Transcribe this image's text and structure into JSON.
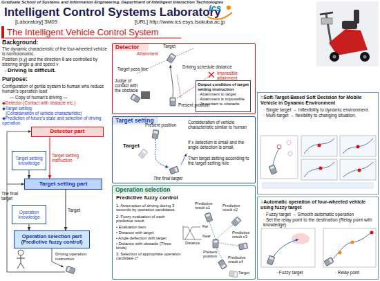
{
  "diagram": {
    "title": "Intelligent Control Systems Laboratory",
    "nodes": [
      {
        "text": [
          "Detector part"
        ]
      },
      {
        "text": [
          "Target setting knowledge"
        ]
      },
      {
        "text": [
          "Target setting part"
        ]
      },
      {
        "text": [
          "Operation knowledge"
        ]
      },
      {
        "text": [
          "Operation selection part (Predictive fuzzy control)"
        ]
      },
      {
        "text": [
          "Detector"
        ]
      },
      {
        "text": [
          "Output condition of target setting instruction",
          "· Attainment to target",
          "· Attainment is impossible",
          "· At contact to obstacle"
        ],
        "in": 5
      },
      {
        "text": [
          "Target setting"
        ]
      },
      {
        "text": [
          "Operation selection"
        ]
      },
      {
        "text": [
          "○Soft-Target-Based Soft Decision for Mobile Vehicle in Dynamic Environment",
          "· Single target → Inflexibility to dynamic environment.",
          "· Multi-target → flexibility to changing situation."
        ]
      },
      {
        "text": [
          "○Automatic operation of four-wheeled vehicle using fuzzy target",
          "· Fuzzy target → Smooth automatic operation",
          "· Set the relay point to the destination (Relay point with knowledge)"
        ]
      }
    ],
    "edges": [
      {
        "from": 0,
        "to": 2,
        "arrow": "to",
        "label": "Target setting instruction"
      },
      {
        "from": 1,
        "to": 2,
        "arrow": "to"
      },
      {
        "from": 2,
        "to": 4,
        "arrow": "to",
        "label": "Target"
      },
      {
        "from": 3,
        "to": 4,
        "arrow": "to"
      }
    ],
    "labels": [
      "Graduate School of Systems and Information Engineering, Department of Intelligent Interaction Technologies",
      "ics",
      "[Laboratory] 3M09",
      "[URL] http://www.ics.esys.tsukuba.ac.jp",
      "The Intelligent Vehicle Control System",
      "Background:",
      "The dynamic characteristic of the four-wheeled vehicle is nonholonomic.",
      "Position (x,y) and the direction θ are controlled by steering angle φ and speed v",
      "→Driving is difficult.",
      "Purpose:",
      "Configuration of gentle system to human who reduce human's operation load",
      "— Copy of human's driving —",
      "◆Detector (Contact with obstacle etc.)",
      "◆Target setting",
      "(Consideration of vehicle characteristic)",
      "◆Prediction of future's state and selection of driving operation",
      "The final target",
      "Driving operation instruction",
      "Target",
      "Attainment",
      "Target pass line",
      "Driving schedule distance",
      "Impossible attainment",
      "Judge of contact with the obstacle",
      "Present position",
      "Present position",
      "Consideration of vehicle characteristic similar to human",
      "Target",
      "If x detection is small and the angle detection is small,",
      "Then target setting according to the target setting rule",
      "The final target",
      "Predictive fuzzy control",
      "1. Assumption of driving during 3 seconds by operation candidates",
      "2. Fuzzy evaluation of each predictive result",
      "• Evaluation item",
      "• Distance with target",
      "• Angle deflection with target",
      "• Distance with obstacle (Three kinds)",
      "3. Selection of appropriate operation candidate c*",
      "Far",
      "Near",
      "Distance",
      "Predictive result c1",
      "Predictive result c2",
      "Present position",
      "Predictive result c3",
      "Predictive result c4",
      "Target",
      "· Fuzzy target",
      "· Relay point"
    ]
  }
}
